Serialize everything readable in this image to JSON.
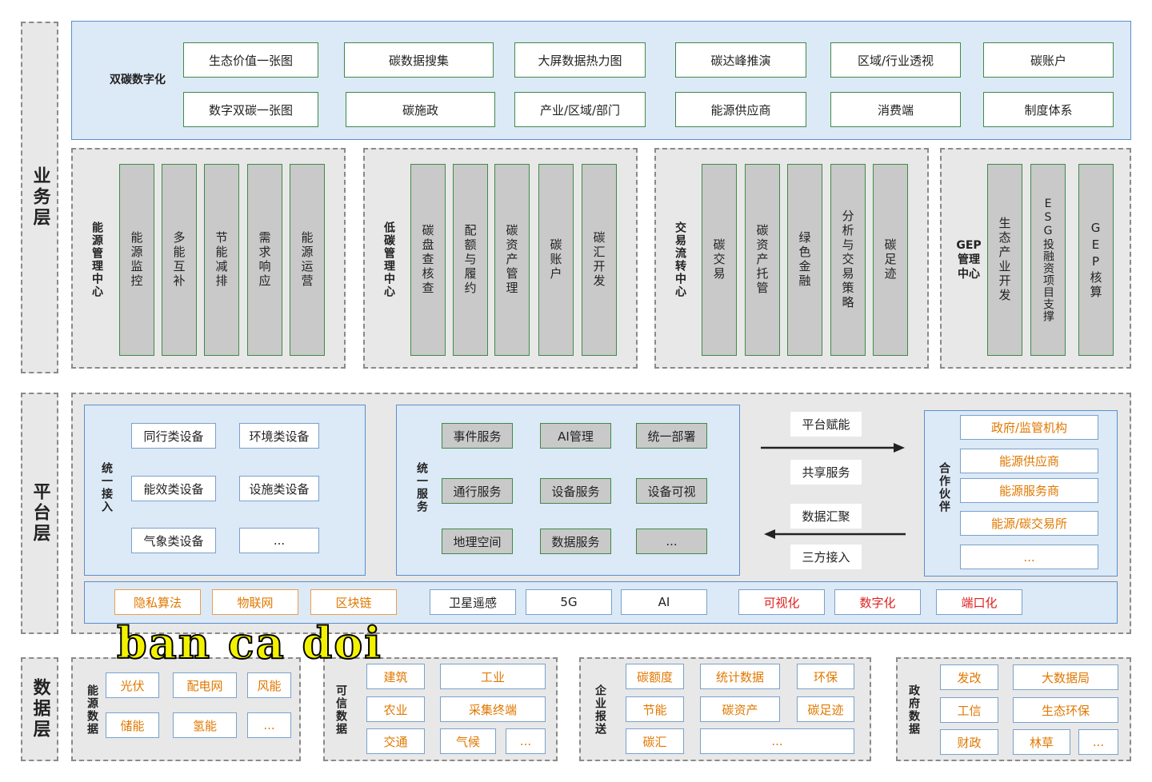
{
  "layers": {
    "business": "业务层",
    "platform": "平台层",
    "data": "数据层"
  },
  "dual_carbon": {
    "label": "双碳数字化",
    "row1": [
      "生态价值一张图",
      "碳数据搜集",
      "大屏数据热力图",
      "碳达峰推演",
      "区域/行业透视",
      "碳账户"
    ],
    "row2": [
      "数字双碳一张图",
      "碳施政",
      "产业/区域/部门",
      "能源供应商",
      "消费端",
      "制度体系"
    ]
  },
  "centers": [
    {
      "label": "能源管理中心",
      "items": [
        "能源监控",
        "多能互补",
        "节能减排",
        "需求响应",
        "能源运营"
      ]
    },
    {
      "label": "低碳管理中心",
      "items": [
        "碳盘查核查",
        "配额与履约",
        "碳资产管理",
        "碳账户",
        "碳汇开发"
      ]
    },
    {
      "label": "交易流转中心",
      "items": [
        "碳交易",
        "碳资产托管",
        "绿色金融",
        "分析与交易策略",
        "碳足迹"
      ]
    },
    {
      "label": "GEP管理中心",
      "items": [
        "生态产业开发",
        "ESG投融资项目支撑",
        "GEP核算"
      ]
    }
  ],
  "unified_access": {
    "label": "统一接入",
    "items": [
      "同行类设备",
      "环境类设备",
      "能效类设备",
      "设施类设备",
      "气象类设备",
      "..."
    ]
  },
  "unified_service": {
    "label": "统一服务",
    "items": [
      "事件服务",
      "AI管理",
      "统一部署",
      "通行服务",
      "设备服务",
      "设备可视",
      "地理空间",
      "数据服务",
      "..."
    ]
  },
  "flows": {
    "enable": "平台赋能",
    "share": "共享服务",
    "collect": "数据汇聚",
    "third": "三方接入"
  },
  "partners": {
    "label": "合作伙伴",
    "items": [
      "政府/监管机构",
      "能源供应商",
      "能源服务商",
      "能源/碳交易所",
      "..."
    ]
  },
  "tech_bar": [
    {
      "label": "隐私算法",
      "tone": "orange"
    },
    {
      "label": "物联网",
      "tone": "orange"
    },
    {
      "label": "区块链",
      "tone": "orange"
    },
    {
      "label": "卫星遥感",
      "tone": "dark"
    },
    {
      "label": "5G",
      "tone": "dark"
    },
    {
      "label": "AI",
      "tone": "dark"
    },
    {
      "label": "可视化",
      "tone": "red"
    },
    {
      "label": "数字化",
      "tone": "red"
    },
    {
      "label": "端口化",
      "tone": "red"
    }
  ],
  "data_groups": [
    {
      "label": "能源数据",
      "items": [
        "光伏",
        "配电网",
        "风能",
        "储能",
        "氢能",
        "..."
      ]
    },
    {
      "label": "可信数据",
      "items": [
        "建筑",
        "工业",
        "农业",
        "采集终端",
        "交通",
        "气候",
        "..."
      ]
    },
    {
      "label": "企业报送",
      "items": [
        "碳额度",
        "统计数据",
        "环保",
        "节能",
        "碳资产",
        "碳足迹",
        "碳汇",
        "..."
      ]
    },
    {
      "label": "政府数据",
      "items": [
        "发改",
        "大数据局",
        "工信",
        "生态环保",
        "财政",
        "林草",
        "..."
      ]
    }
  ],
  "watermark": "ban ca doi",
  "colors": {
    "panel_blue": "#dce9f7",
    "border_green": "#3f8a47",
    "orange": "#e07800",
    "red": "#e02020",
    "gray": "#e8e8e8"
  }
}
